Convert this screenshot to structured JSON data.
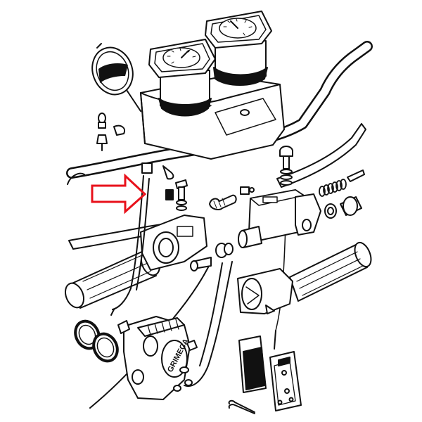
{
  "diagram": {
    "caliper_brand_text": "GRIMECA",
    "arrow_color": "#e8111b",
    "line_color": "#111111",
    "fill_color": "#ffffff"
  },
  "parts": [
    {
      "name": "speedometer-gauge"
    },
    {
      "name": "tachometer-gauge"
    },
    {
      "name": "instrument-console"
    },
    {
      "name": "rear-view-mirror"
    },
    {
      "name": "indicator-bulb"
    },
    {
      "name": "handlebar"
    },
    {
      "name": "left-twist-grip"
    },
    {
      "name": "right-twist-grip"
    },
    {
      "name": "clutch-lever"
    },
    {
      "name": "front-brake-lever"
    },
    {
      "name": "master-cylinder"
    },
    {
      "name": "throttle-cable"
    },
    {
      "name": "brake-hose"
    },
    {
      "name": "brake-caliper"
    },
    {
      "name": "brake-pads"
    },
    {
      "name": "caliper-seal-rings"
    },
    {
      "name": "split-pin"
    }
  ]
}
